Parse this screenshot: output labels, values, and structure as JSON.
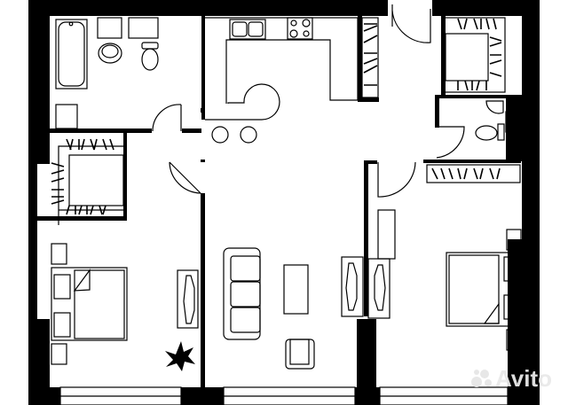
{
  "diagram": {
    "type": "floor-plan",
    "colors": {
      "wall": "#000000",
      "line": "#000000",
      "background": "#ffffff",
      "watermark": "#e6e6e6"
    },
    "rooms": [
      {
        "id": "bathroom",
        "fixtures": [
          "bathtub",
          "sink",
          "toilet",
          "washing-machine"
        ]
      },
      {
        "id": "walk-in-closet-left",
        "fixtures": [
          "wardrobe-shelving"
        ]
      },
      {
        "id": "bedroom-left",
        "fixtures": [
          "double-bed",
          "nightstand",
          "nightstand",
          "tv-stand",
          "plant"
        ]
      },
      {
        "id": "kitchen-living",
        "fixtures": [
          "double-sink",
          "stove",
          "kitchen-counter",
          "bar-stool",
          "bar-stool",
          "sofa",
          "coffee-table",
          "armchair",
          "tv-stand"
        ]
      },
      {
        "id": "hallway",
        "fixtures": [
          "wardrobe"
        ]
      },
      {
        "id": "walk-in-closet-right",
        "fixtures": [
          "wardrobe-shelving"
        ]
      },
      {
        "id": "wc",
        "fixtures": [
          "corner-sink",
          "toilet"
        ]
      },
      {
        "id": "bedroom-right",
        "fixtures": [
          "double-bed",
          "nightstand",
          "nightstand",
          "wardrobe",
          "tv-stand"
        ]
      }
    ]
  },
  "watermark": {
    "text": "Avito"
  }
}
